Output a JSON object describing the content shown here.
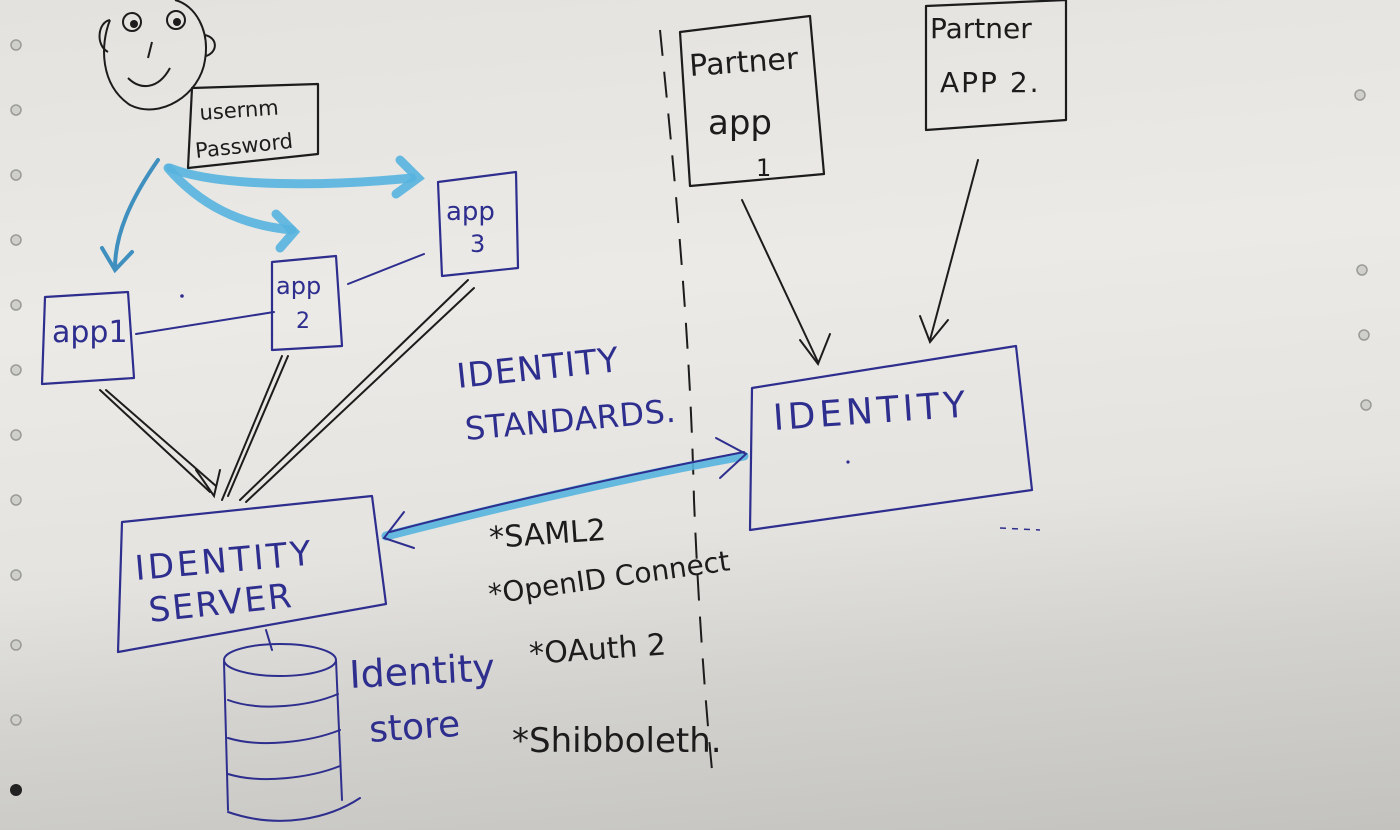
{
  "credentials": {
    "line1": "usernm",
    "line2": "Password"
  },
  "apps": {
    "app1": {
      "line1": "app1"
    },
    "app2": {
      "line1": "app",
      "line2": "2"
    },
    "app3": {
      "line1": "app",
      "line2": "3"
    }
  },
  "identity_server": {
    "line1": "IDENTITY",
    "line2": "SERVER"
  },
  "identity_store": {
    "line1": "Identity",
    "line2": "store"
  },
  "identity_standards": {
    "line1": "IDENTITY",
    "line2": "STANDARDS."
  },
  "standards_list": [
    "*SAML2",
    "*OpenID Connect",
    "*OAuth 2",
    "*Shibboleth."
  ],
  "partner_app_1": {
    "line1": "Partner",
    "line2": "app",
    "line3": "1"
  },
  "partner_app_2": {
    "line1": "Partner",
    "line2": "APP 2."
  },
  "identity_partner": {
    "label": "IDENTITY"
  },
  "colors": {
    "blue_ink": "#2e2e8f",
    "black_ink": "#1c1c1c",
    "highlighter": "#57b4df",
    "paper": "#e8e7e3"
  }
}
